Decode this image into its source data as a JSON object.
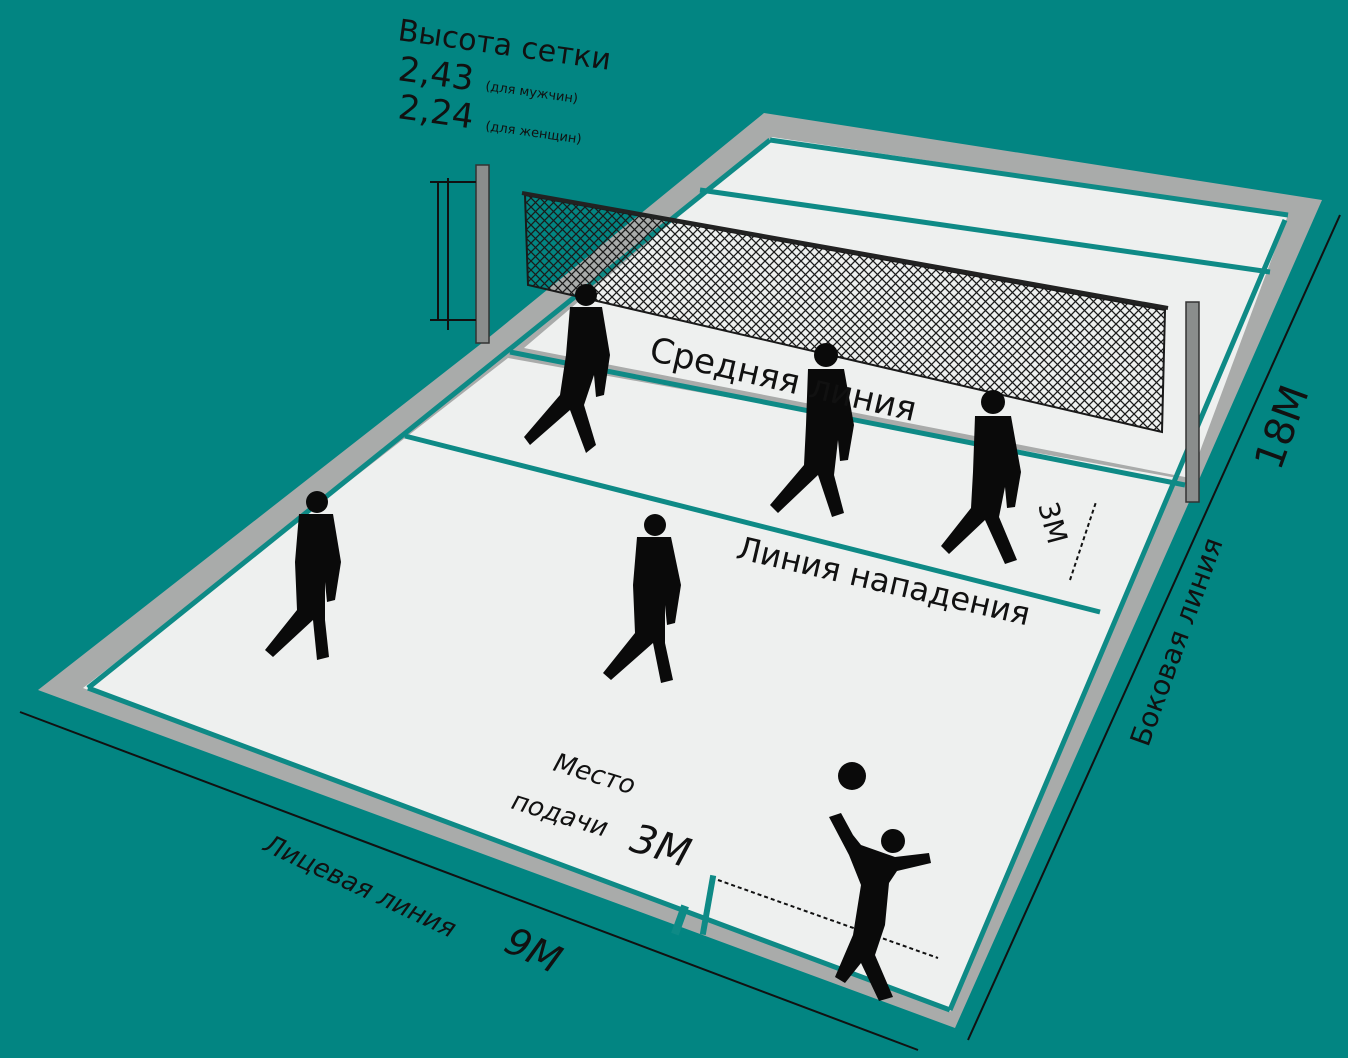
{
  "colors": {
    "background": "#028582",
    "court_surface": "#eef0ef",
    "court_border": "#a9abaa",
    "line": "#0e8a86",
    "silhouette": "#0a0a0a",
    "text": "#111111"
  },
  "net_height": {
    "title": "Высота сетки",
    "men_value": "2,43",
    "men_note": "(для мужчин)",
    "women_value": "2,24",
    "women_note": "(для женщин)"
  },
  "labels": {
    "center_line": "Средняя линия",
    "attack_line": "Линия нападения",
    "attack_zone": "3М",
    "side_line": "Боковая линия",
    "side_length": "18М",
    "end_line": "Лицевая линия",
    "end_length": "9М",
    "service_line1": "Место",
    "service_line2": "подачи",
    "service_length": "3М"
  },
  "icons": [
    "player-silhouette-icon",
    "server-silhouette-icon",
    "ball-icon",
    "net-post-icon"
  ]
}
